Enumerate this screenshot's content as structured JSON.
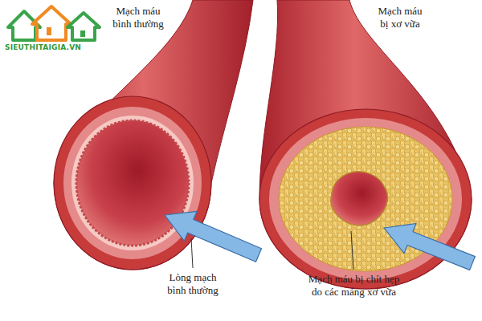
{
  "diagram": {
    "labels": [
      "Mạch máu bình thường",
      "Mạch máu bị xơ vữa",
      "Lòng mạch bình thường",
      "Mạch máu bị chít hẹp do các mảng xơ vữa",
      "SIEUTHITAIGIA.VN"
    ]
  }
}
